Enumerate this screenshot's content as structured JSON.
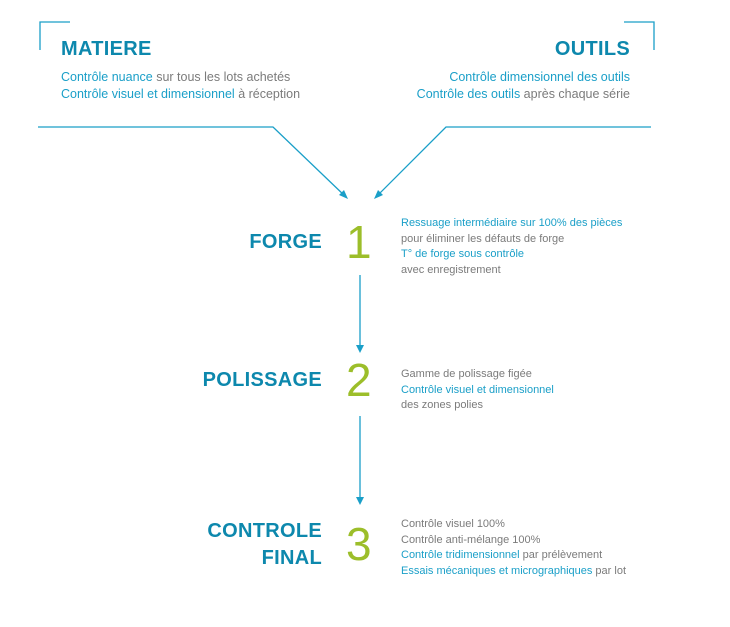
{
  "colors": {
    "heading": "#0d88ad",
    "accent": "#1a9fc8",
    "text": "#7b7b7b",
    "number": "#9cbe2a"
  },
  "matiere": {
    "title": "MATIERE",
    "lines": [
      {
        "hl": "Contrôle nuance",
        "rest": " sur tous les lots achetés"
      },
      {
        "hl": "Contrôle visuel et dimensionnel",
        "rest": " à réception"
      }
    ]
  },
  "outils": {
    "title": "OUTILS",
    "lines": [
      {
        "hl": "Contrôle dimensionnel des outils",
        "rest": ""
      },
      {
        "hl": "Contrôle des outils",
        "rest": " après chaque série"
      }
    ]
  },
  "steps": [
    {
      "number": "1",
      "title_1": "FORGE",
      "title_2": "",
      "details": [
        {
          "hl": "Ressuage intermédiaire sur 100% des pièces",
          "rest": ""
        },
        {
          "hl": "",
          "rest": "pour éliminer les défauts de forge"
        },
        {
          "hl": "T° de forge sous contrôle",
          "rest": ""
        },
        {
          "hl": "",
          "rest": "avec enregistrement"
        }
      ]
    },
    {
      "number": "2",
      "title_1": "POLISSAGE",
      "title_2": "",
      "details": [
        {
          "hl": "",
          "rest": "Gamme de polissage figée"
        },
        {
          "hl": "Contrôle visuel et dimensionnel",
          "rest": ""
        },
        {
          "hl": "",
          "rest": "des zones polies"
        }
      ]
    },
    {
      "number": "3",
      "title_1": "CONTROLE",
      "title_2": "FINAL",
      "details": [
        {
          "hl": "",
          "rest": "Contrôle visuel 100%"
        },
        {
          "hl": "",
          "rest": "Contrôle anti-mélange 100%"
        },
        {
          "hl": "Contrôle tridimensionnel",
          "rest": " par prélèvement"
        },
        {
          "hl": "Essais mécaniques et micrographiques",
          "rest": " par lot"
        }
      ]
    }
  ]
}
